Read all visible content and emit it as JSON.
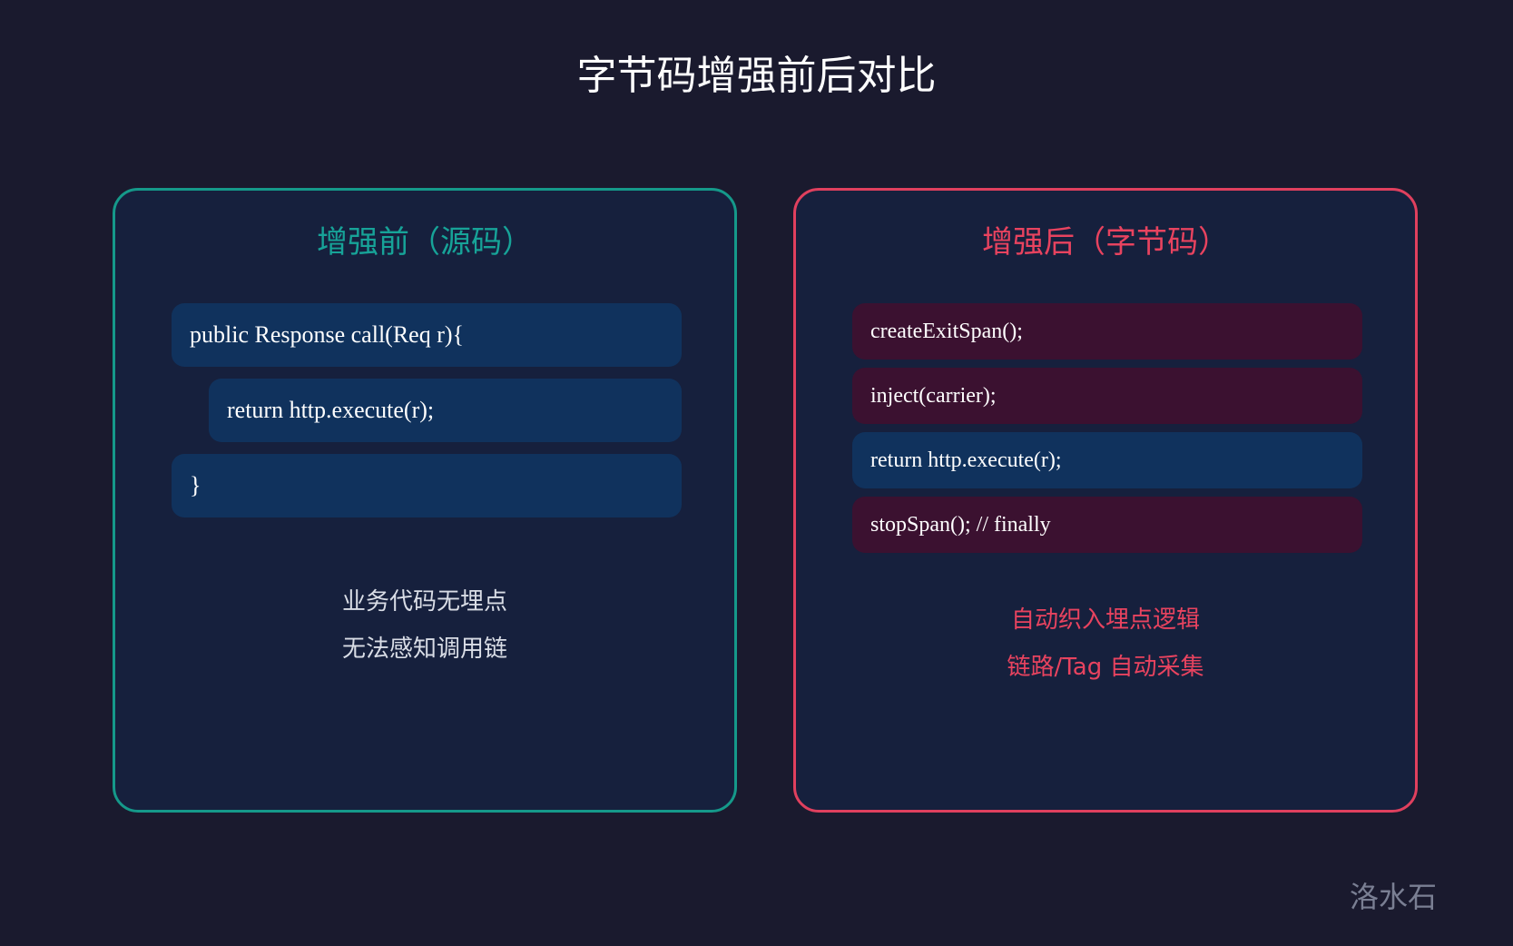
{
  "title": "字节码增强前后对比",
  "colors": {
    "background": "#1a1a2e",
    "panel_background": "#16203d",
    "before_accent": "#15998a",
    "after_accent": "#e0405e",
    "code_block_original": "#10325d",
    "code_block_injected": "#3b1130"
  },
  "before": {
    "title": "增强前（源码）",
    "code": [
      "public Response call(Req r){",
      "return http.execute(r);",
      "}"
    ],
    "notes": [
      "业务代码无埋点",
      "无法感知调用链"
    ]
  },
  "after": {
    "title": "增强后（字节码）",
    "code": [
      "createExitSpan();",
      "inject(carrier);",
      "return http.execute(r);",
      "stopSpan(); // finally"
    ],
    "notes": [
      "自动织入埋点逻辑",
      "链路/Tag 自动采集"
    ]
  },
  "watermark": "洛水石"
}
